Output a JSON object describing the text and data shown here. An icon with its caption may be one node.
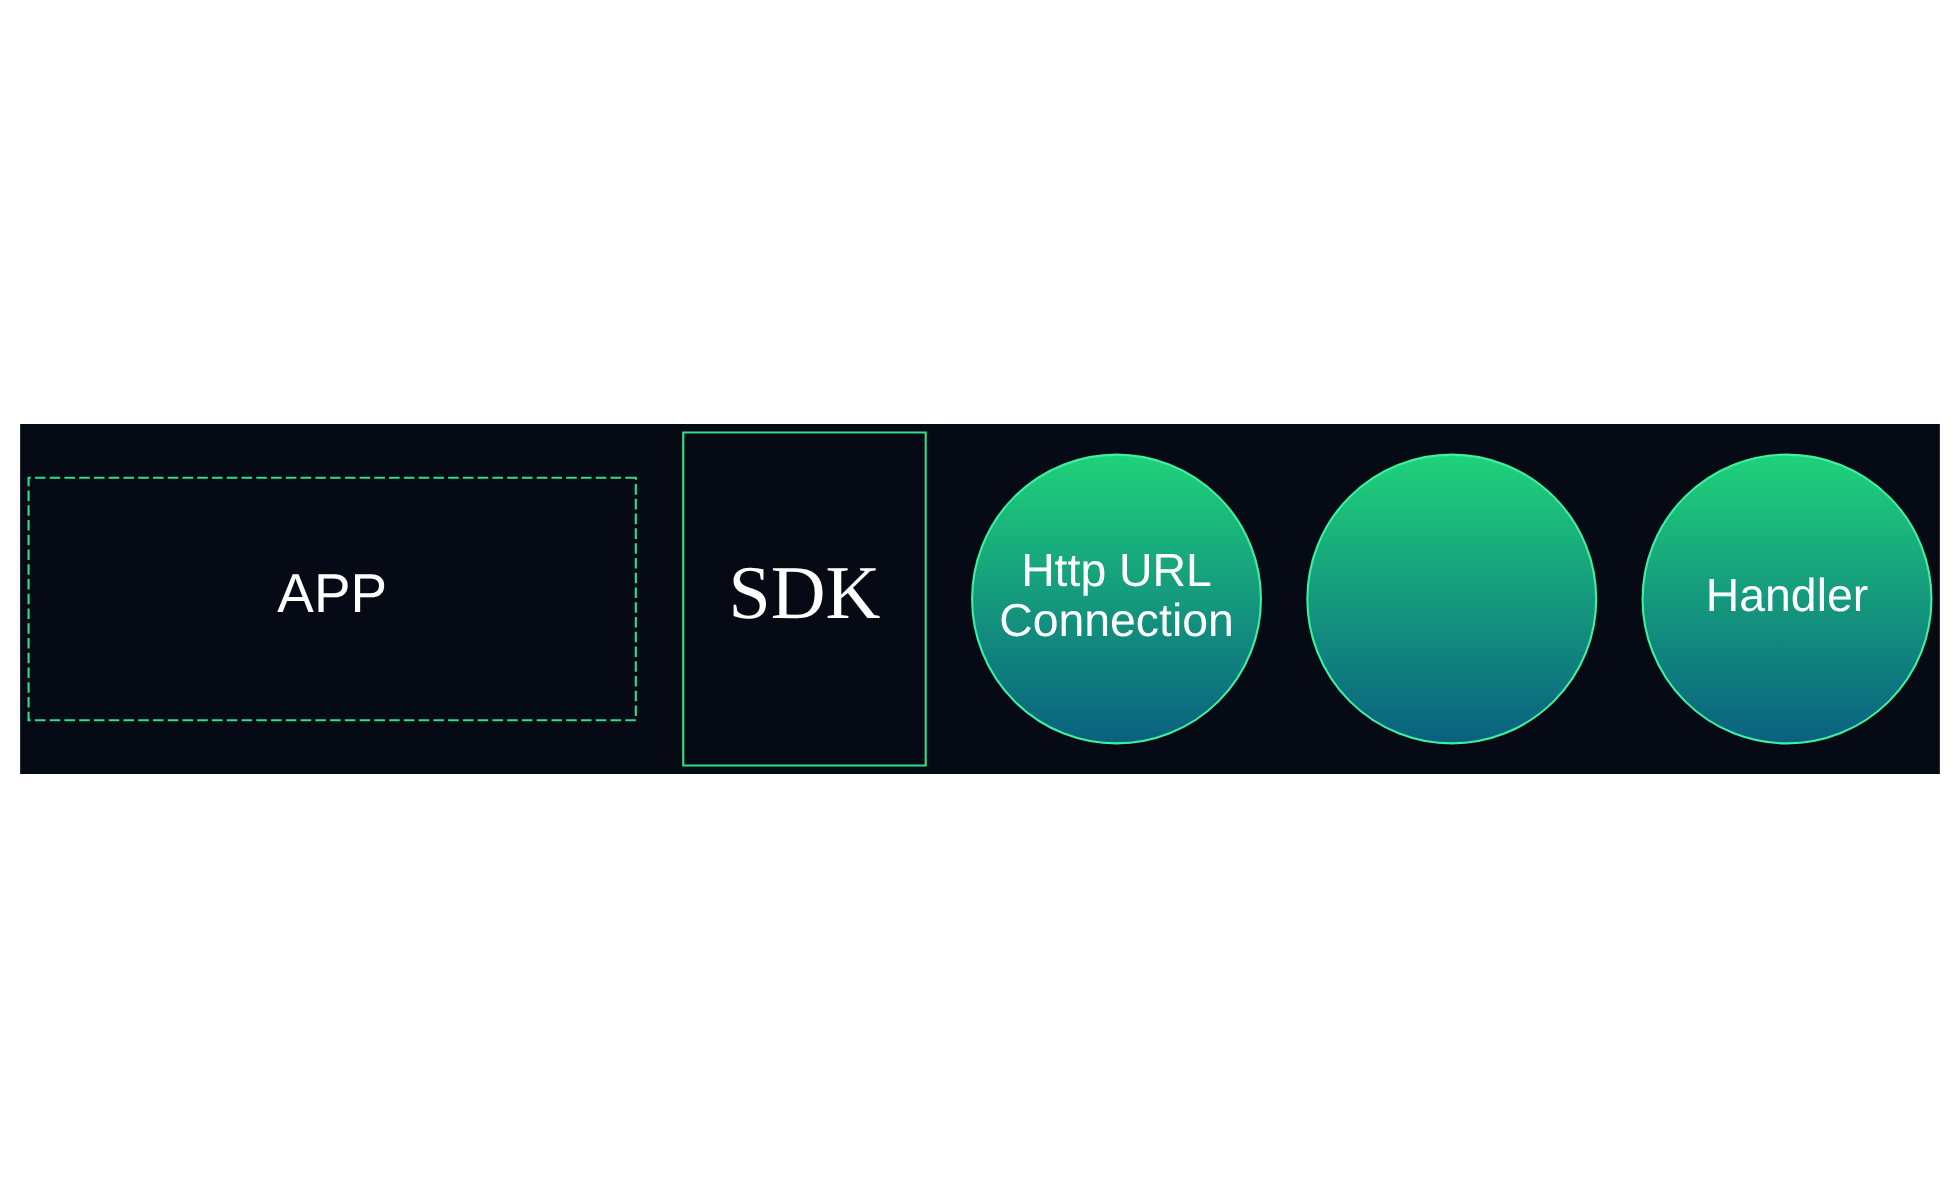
{
  "diagram": {
    "nodes": [
      {
        "text": [
          "APP"
        ]
      },
      {
        "text": [
          "SDK"
        ]
      },
      {
        "text": [
          "Http URL Connection"
        ]
      },
      {
        "text": [],
        "shape": "circle"
      },
      {
        "text": [
          "Handler"
        ]
      }
    ]
  }
}
